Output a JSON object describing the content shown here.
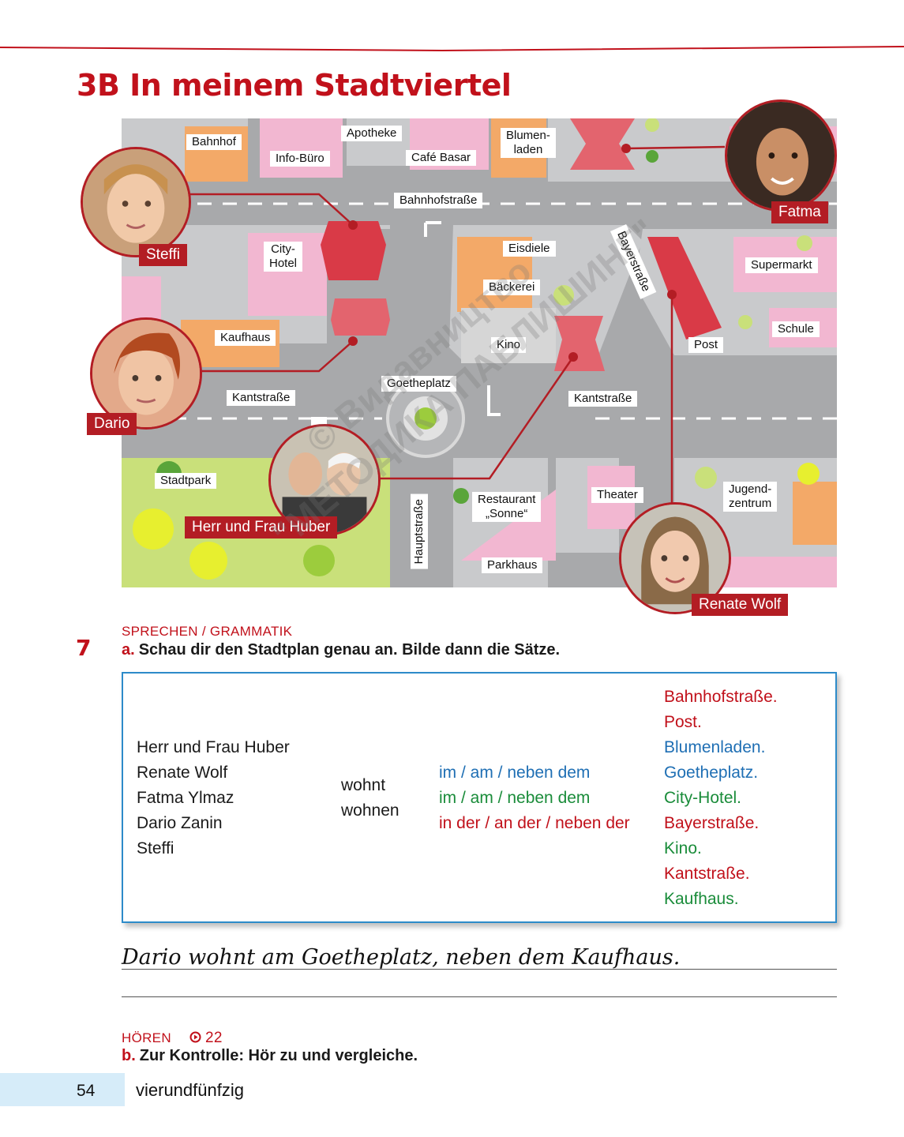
{
  "title": "3B In meinem Stadtviertel",
  "colors": {
    "accent_red": "#c1111b",
    "box_border": "#2d8bc9",
    "blue_text": "#1f6fb4",
    "green_text": "#1a8c3a"
  },
  "map": {
    "labels": {
      "bahnhof": "Bahnhof",
      "info_buero": "Info-Büro",
      "apotheke": "Apotheke",
      "cafe_basar": "Café Basar",
      "blumenladen": "Blumen-\nladen",
      "bahnhofstrasse": "Bahnhofstraße",
      "city_hotel": "City-\nHotel",
      "eisdiele": "Eisdiele",
      "baeckerei": "Bäckerei",
      "bayerstrasse": "Bayerstraße",
      "supermarkt": "Supermarkt",
      "kaufhaus": "Kaufhaus",
      "kino": "Kino",
      "schule": "Schule",
      "post": "Post",
      "goetheplatz": "Goetheplatz",
      "kantstrasse_left": "Kantstraße",
      "kantstrasse_right": "Kantstraße",
      "stadtpark": "Stadtpark",
      "restaurant": "Restaurant\n„Sonne“",
      "theater": "Theater",
      "jugendzentrum": "Jugend-\nzentrum",
      "hauptstrasse": "Hauptstraße",
      "parkhaus": "Parkhaus"
    },
    "people": {
      "steffi": "Steffi",
      "fatma": "Fatma",
      "dario": "Dario",
      "huber": "Herr und Frau Huber",
      "renate": "Renate Wolf"
    }
  },
  "watermark": {
    "line1": "© Видавництво",
    "line2": "\"МЕТОДИКА ПАБЛИШИНГ\""
  },
  "exercise": {
    "number": "7",
    "section_a": "SPRECHEN / GRAMMATIK",
    "task_a_letter": "a.",
    "task_a_text": "Schau dir den Stadtplan genau an. Bilde dann die Sätze.",
    "subjects": [
      "Herr und Frau Huber",
      "Renate Wolf",
      "Fatma Ylmaz",
      "Dario Zanin",
      "Steffi"
    ],
    "verbs": [
      "wohnt",
      "wohnen"
    ],
    "preps": [
      "im / am / neben dem",
      "im / am / neben dem",
      "in der / an der / neben der"
    ],
    "places": [
      "Bahnhofstraße.",
      "Post.",
      "Blumenladen.",
      "Goetheplatz.",
      "City-Hotel.",
      "Bayerstraße.",
      "Kino.",
      "Kantstraße.",
      "Kaufhaus."
    ],
    "example": "Dario wohnt am Goetheplatz, neben dem Kaufhaus.",
    "section_b": "HÖREN",
    "track": "22",
    "task_b_letter": "b.",
    "task_b_text": "Zur Kontrolle: Hör zu und vergleiche."
  },
  "footer": {
    "page_number": "54",
    "page_word": "vierundfünfzig"
  }
}
